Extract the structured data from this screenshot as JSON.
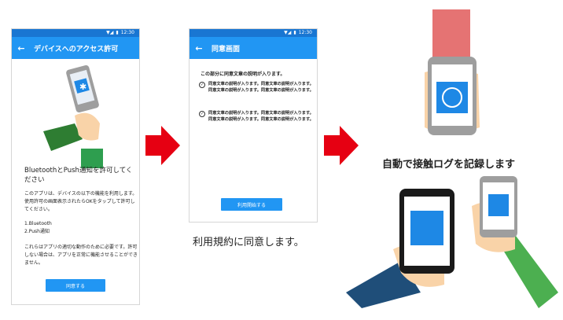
{
  "phone1": {
    "status_time": "12:30",
    "appbar_title": "デバイスへのアクセス許可",
    "permission_title": "BluetoothとPush通知を許可してください",
    "description": "このアプリは、デバイスの以下の機能を利用します。使用許可の画面表示されたらOKをタップして許可してください。",
    "feature_bluetooth": "1.Bluetooth",
    "feature_push": "2.Push通知",
    "note": "これらはアプリの適切な動作のために必要です。許可しない場合は、アプリを正常に機能させることができません。",
    "agree_button": "同意する"
  },
  "phone2": {
    "status_time": "12:30",
    "appbar_title": "同意画面",
    "intro": "この部分に同意文章の説明が入ります。",
    "items": [
      "同意文章の説明が入ります。同意文章の説明が入ります。同意文章の説明が入ります。同意文章の説明が入ります。",
      "同意文章の説明が入ります。同意文章の説明が入ります。同意文章の説明が入ります。同意文章の説明が入ります。"
    ],
    "accept_button": "利用開始する"
  },
  "captions": {
    "consent": "利用規約に同意します。",
    "contact_log": "自動で接触ログを記録します"
  },
  "colors": {
    "accent": "#2196f3",
    "statusbar": "#1976d2",
    "arrow": "#e60012"
  }
}
